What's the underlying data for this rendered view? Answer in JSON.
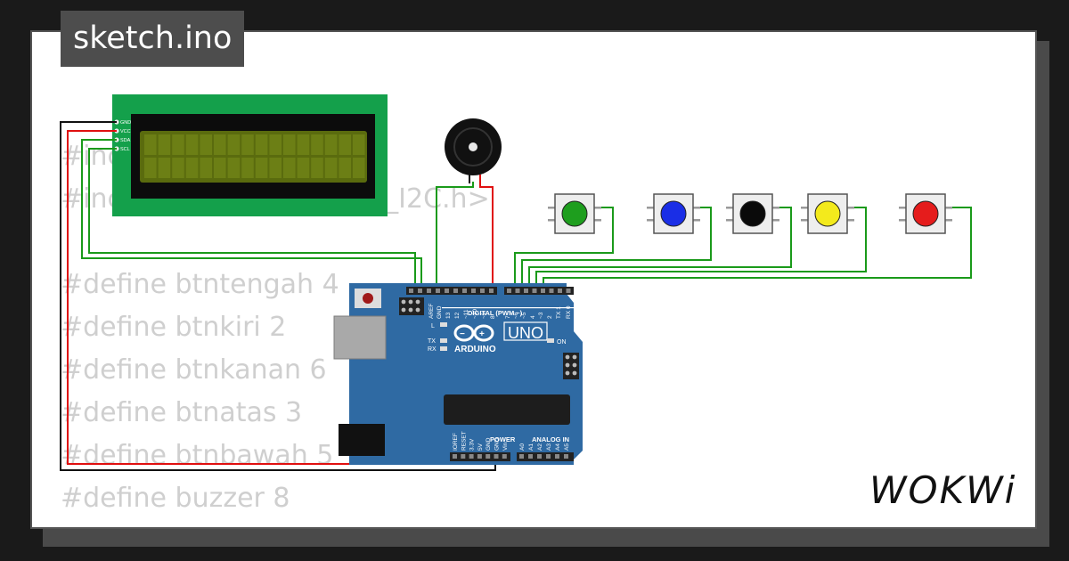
{
  "window": {
    "title": "sketch.ino"
  },
  "code_lines": [
    "#include <Wire.h>",
    "#include <LiquidCrystal_I2C.h>",
    "",
    "#define btntengah 4",
    "#define btnkiri 2",
    "#define btnkanan 6",
    "#define btnatas 3",
    "#define btnbawah 5",
    "#define buzzer 8"
  ],
  "lcd": {
    "pins": [
      "GND",
      "VCC",
      "SDA",
      "SCL"
    ],
    "colors": {
      "pcb": "#14a04b",
      "bezel": "#0c0c0c",
      "screen": "#5a6b0e"
    }
  },
  "buzzer": {
    "color": "#111111"
  },
  "buttons": [
    {
      "name": "green",
      "color": "#1e9e1e"
    },
    {
      "name": "blue",
      "color": "#1a2ee6"
    },
    {
      "name": "black",
      "color": "#0a0a0a"
    },
    {
      "name": "yellow",
      "color": "#f3ea1c"
    },
    {
      "name": "red",
      "color": "#e51c1c"
    }
  ],
  "arduino": {
    "board_label": "UNO",
    "brand_label": "ARDUINO",
    "digital_label": "DIGITAL (PWM ~)",
    "power_label": "POWER",
    "analog_label": "ANALOG IN",
    "on_label": "ON",
    "l_label": "L",
    "tx_label": "TX",
    "rx_label": "RX",
    "top_pin_labels": [
      "AREF",
      "GND",
      "13",
      "12",
      "~11",
      "~10",
      "~9",
      "8",
      "7",
      "~6",
      "~5",
      "4",
      "~3",
      "2",
      "TX 1",
      "RX 0"
    ],
    "power_pin_labels": [
      "IOREF",
      "RESET",
      "3.3V",
      "5V",
      "GND",
      "GND",
      "Vin"
    ],
    "analog_pin_labels": [
      "A0",
      "A1",
      "A2",
      "A3",
      "A4",
      "A5"
    ],
    "colors": {
      "board": "#2f6aa3",
      "chip": "#1d1d1d"
    }
  },
  "wires": {
    "gnd_color": "#111111",
    "vcc_color": "#e01010",
    "signal_color": "#1a9a1a"
  },
  "brand": {
    "logo_text": "WOKWi"
  }
}
